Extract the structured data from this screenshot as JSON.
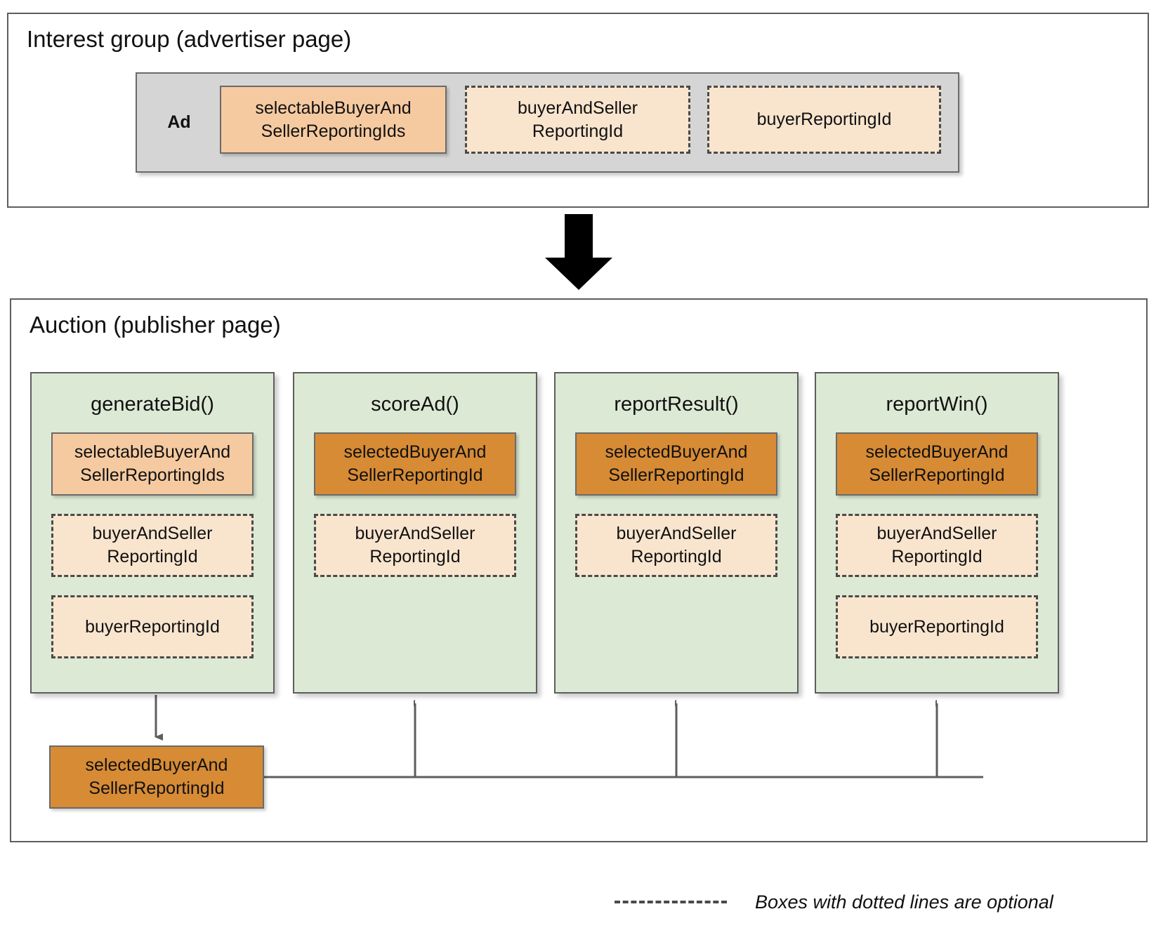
{
  "diagram": {
    "title_interest_group": "Interest group (advertiser page)",
    "title_auction": "Auction (publisher page)",
    "ad_label": "Ad"
  },
  "colors": {
    "solid_light_orange": "#F6CAA0",
    "solid_dark_orange": "#D78B35",
    "dotted_peach": "#F9E5CE",
    "column_green": "#DCE9D5",
    "ad_container_gray": "#D5D5D5",
    "border_gray": "#5E5E5E",
    "dash_border": "#4A4A4A",
    "arrow_black": "#000000"
  },
  "interest_group": {
    "ad_fields": [
      {
        "label": "selectableBuyerAnd\nSellerReportingIds",
        "style": "solid-light",
        "optional": false
      },
      {
        "label": "buyerAndSeller\nReportingId",
        "style": "dotted",
        "optional": true
      },
      {
        "label": "buyerReportingId",
        "style": "dotted",
        "optional": true
      }
    ]
  },
  "auction": {
    "columns": [
      {
        "title": "generateBid()",
        "fields": [
          {
            "label": "selectableBuyerAnd\nSellerReportingIds",
            "style": "solid-light",
            "optional": false
          },
          {
            "label": "buyerAndSeller\nReportingId",
            "style": "dotted",
            "optional": true
          },
          {
            "label": "buyerReportingId",
            "style": "dotted",
            "optional": true
          }
        ]
      },
      {
        "title": "scoreAd()",
        "fields": [
          {
            "label": "selectedBuyerAnd\nSellerReportingId",
            "style": "solid-dark",
            "optional": false
          },
          {
            "label": "buyerAndSeller\nReportingId",
            "style": "dotted",
            "optional": true
          }
        ]
      },
      {
        "title": "reportResult()",
        "fields": [
          {
            "label": "selectedBuyerAnd\nSellerReportingId",
            "style": "solid-dark",
            "optional": false
          },
          {
            "label": "buyerAndSeller\nReportingId",
            "style": "dotted",
            "optional": true
          }
        ]
      },
      {
        "title": "reportWin()",
        "fields": [
          {
            "label": "selectedBuyerAnd\nSellerReportingId",
            "style": "solid-dark",
            "optional": false
          },
          {
            "label": "buyerAndSeller\nReportingId",
            "style": "dotted",
            "optional": true
          },
          {
            "label": "buyerReportingId",
            "style": "dotted",
            "optional": true
          }
        ]
      }
    ],
    "output_box": {
      "label": "selectedBuyerAnd\nSellerReportingId",
      "style": "solid-dark"
    }
  },
  "legend": {
    "text": "Boxes with dotted lines are optional"
  }
}
